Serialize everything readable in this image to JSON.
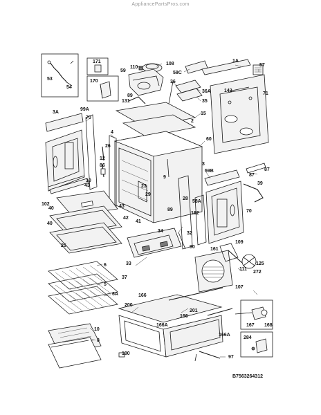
{
  "watermark": "AppliancePartsPros.com",
  "drawing_code": "B7563264312",
  "parts": {
    "p1A": "1A",
    "p57": "57",
    "p71": "71",
    "p143": "143",
    "p3": "3",
    "p3A": "3A",
    "p99A": "99A",
    "p70a": "70",
    "p70b": "70",
    "p171": "171",
    "p170": "170",
    "p53": "53",
    "p54": "54",
    "p59": "59",
    "p110": "110",
    "p108": "108",
    "p58C": "58C",
    "p36": "36",
    "p36A": "36A",
    "p35": "35",
    "p89a": "89",
    "p89b": "89",
    "p131": "131",
    "p15": "15",
    "p2": "2",
    "p4": "4",
    "p26": "26",
    "p12": "12",
    "p86": "86",
    "p43a": "43",
    "p43b": "43",
    "p23": "23",
    "p29": "29",
    "p41": "41",
    "p42": "42",
    "p40": "40",
    "p102": "102",
    "p60": "60",
    "p59B": "59B",
    "p58A": "58A",
    "p162": "162",
    "p90": "90",
    "p87": "87",
    "p39": "39",
    "p9": "9",
    "p28": "28",
    "p32": "32",
    "p34": "34",
    "p33": "33",
    "p25": "25",
    "p6": "6",
    "p5": "5",
    "p6A": "6A",
    "p37": "37",
    "p161": "161",
    "p109": "109",
    "p125": "125",
    "p111": "111",
    "p272": "272",
    "p107": "107",
    "p166a": "166",
    "p166b": "166",
    "p166A": "166A",
    "p166Ab": "166A",
    "p200": "200",
    "p201": "201",
    "p167": "167",
    "p168": "168",
    "p284": "284",
    "p97": "97",
    "p10": "10",
    "p8": "8",
    "p10b": "10",
    "p87b": "87",
    "p40b": "40",
    "p180": "180"
  }
}
